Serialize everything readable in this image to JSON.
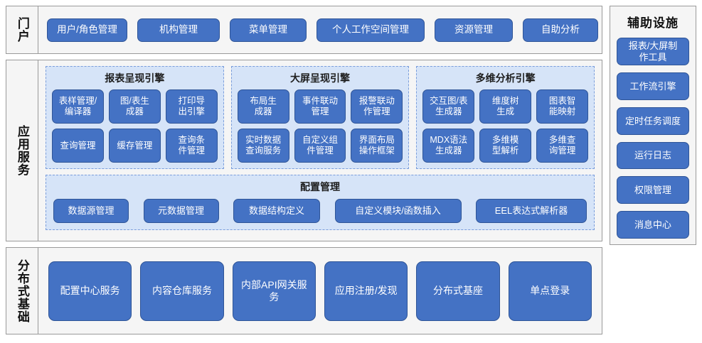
{
  "colors": {
    "button_fill": "#4472C4",
    "button_border": "#2F5597",
    "panel_fill": "#D6E4F8",
    "panel_border": "#7A9DDB",
    "band_fill": "#F5F5F5",
    "band_border": "#9A9A9A",
    "text_dark": "#111111",
    "text_on_button": "#FFFFFF"
  },
  "portal": {
    "label": "门户",
    "items": [
      {
        "label": "用户/角色管理"
      },
      {
        "label": "机构管理"
      },
      {
        "label": "菜单管理"
      },
      {
        "label": "个人工作空间管理"
      },
      {
        "label": "资源管理"
      },
      {
        "label": "自助分析"
      }
    ]
  },
  "application_services": {
    "label": "应用服务",
    "engines": [
      {
        "title": "报表呈现引擎",
        "items": [
          {
            "label": "表样管理/\n编译器"
          },
          {
            "label": "图/表生\n成器"
          },
          {
            "label": "打印导\n出引擎"
          },
          {
            "label": "查询管理"
          },
          {
            "label": "缓存管理"
          },
          {
            "label": "查询条\n件管理"
          }
        ]
      },
      {
        "title": "大屏呈现引擎",
        "items": [
          {
            "label": "布局生\n成器"
          },
          {
            "label": "事件联动\n管理"
          },
          {
            "label": "报警联动\n作管理"
          },
          {
            "label": "实时数据\n查询服务"
          },
          {
            "label": "自定义组\n件管理"
          },
          {
            "label": "界面布局\n操作框架"
          }
        ]
      },
      {
        "title": "多维分析引擎",
        "items": [
          {
            "label": "交互图/表\n生成器"
          },
          {
            "label": "维度树\n生成"
          },
          {
            "label": "图表智\n能映射"
          },
          {
            "label": "MDX语法\n生成器"
          },
          {
            "label": "多维模\n型解析"
          },
          {
            "label": "多维查\n询管理"
          }
        ]
      }
    ],
    "config": {
      "title": "配置管理",
      "items": [
        {
          "label": "数据源管理"
        },
        {
          "label": "元数据管理"
        },
        {
          "label": "数据结构定义"
        },
        {
          "label": "自定义模块/函数插入"
        },
        {
          "label": "EEL表达式解析器"
        }
      ]
    }
  },
  "distributed_base": {
    "label": "分布式基础",
    "items": [
      {
        "label": "配置中心服务"
      },
      {
        "label": "内容仓库服务"
      },
      {
        "label": "内部API网关服务"
      },
      {
        "label": "应用注册/发现"
      },
      {
        "label": "分布式基座"
      },
      {
        "label": "单点登录"
      }
    ]
  },
  "auxiliary": {
    "title": "辅助设施",
    "items": [
      {
        "label": "报表/大屏制\n作工具"
      },
      {
        "label": "工作流引擎"
      },
      {
        "label": "定时任务调度"
      },
      {
        "label": "运行日志"
      },
      {
        "label": "权限管理"
      },
      {
        "label": "消息中心"
      }
    ]
  }
}
